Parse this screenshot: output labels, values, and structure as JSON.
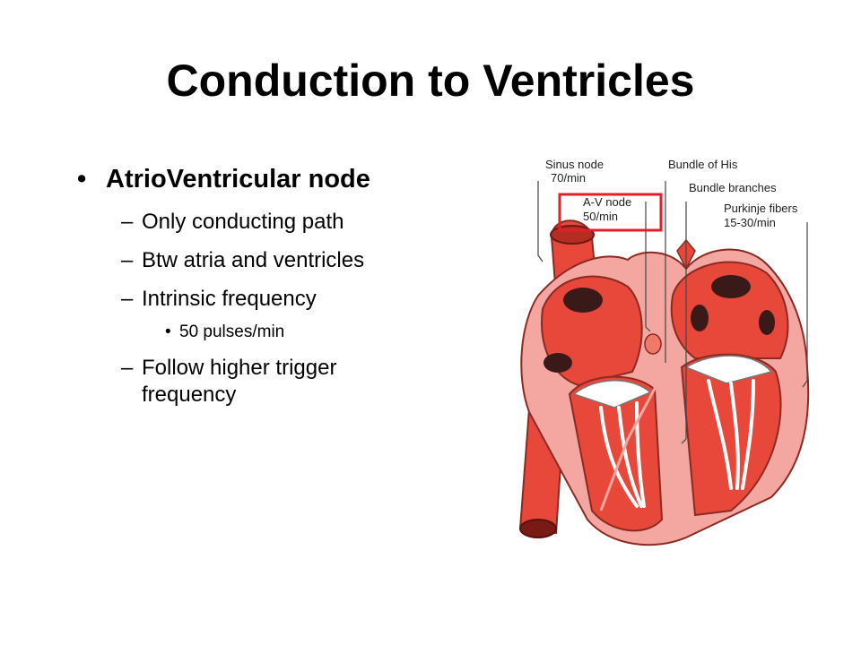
{
  "slide": {
    "title": "Conduction to Ventricles",
    "bullets": {
      "main": "AtrioVentricular node",
      "sub": [
        "Only conducting path",
        "Btw atria and ventricles",
        "Intrinsic frequency"
      ],
      "subsub": "50 pulses/min",
      "last": [
        "Follow higher trigger",
        "frequency"
      ]
    },
    "markers": {
      "bullet": "•",
      "dash": "–"
    }
  },
  "diagram": {
    "labels": {
      "sinus_node": "Sinus node",
      "sinus_rate": "70/min",
      "av_node": "A-V node",
      "av_rate": "50/min",
      "bundle_his": "Bundle of His",
      "bundle_branches": "Bundle branches",
      "purkinje": "Purkinje fibers",
      "purkinje_rate": "15-30/min"
    },
    "colors": {
      "muscle": "#e8483a",
      "inner": "#f4a7a0",
      "dark_chamber": "#3a1a18",
      "highlight_box": "#e0202a"
    }
  }
}
